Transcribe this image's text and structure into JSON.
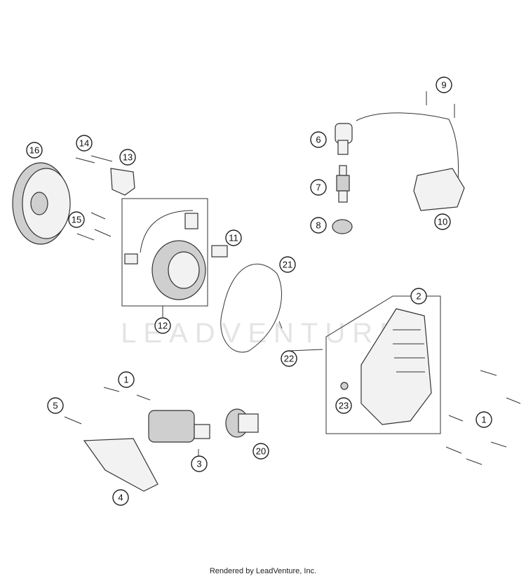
{
  "watermark": "LEADVENTURE",
  "footer": "Rendered by LeadVenture, Inc.",
  "callouts": [
    "1",
    "1",
    "2",
    "3",
    "4",
    "5",
    "6",
    "7",
    "8",
    "9",
    "10",
    "11",
    "12",
    "13",
    "14",
    "15",
    "16",
    "20",
    "21",
    "22",
    "23"
  ]
}
